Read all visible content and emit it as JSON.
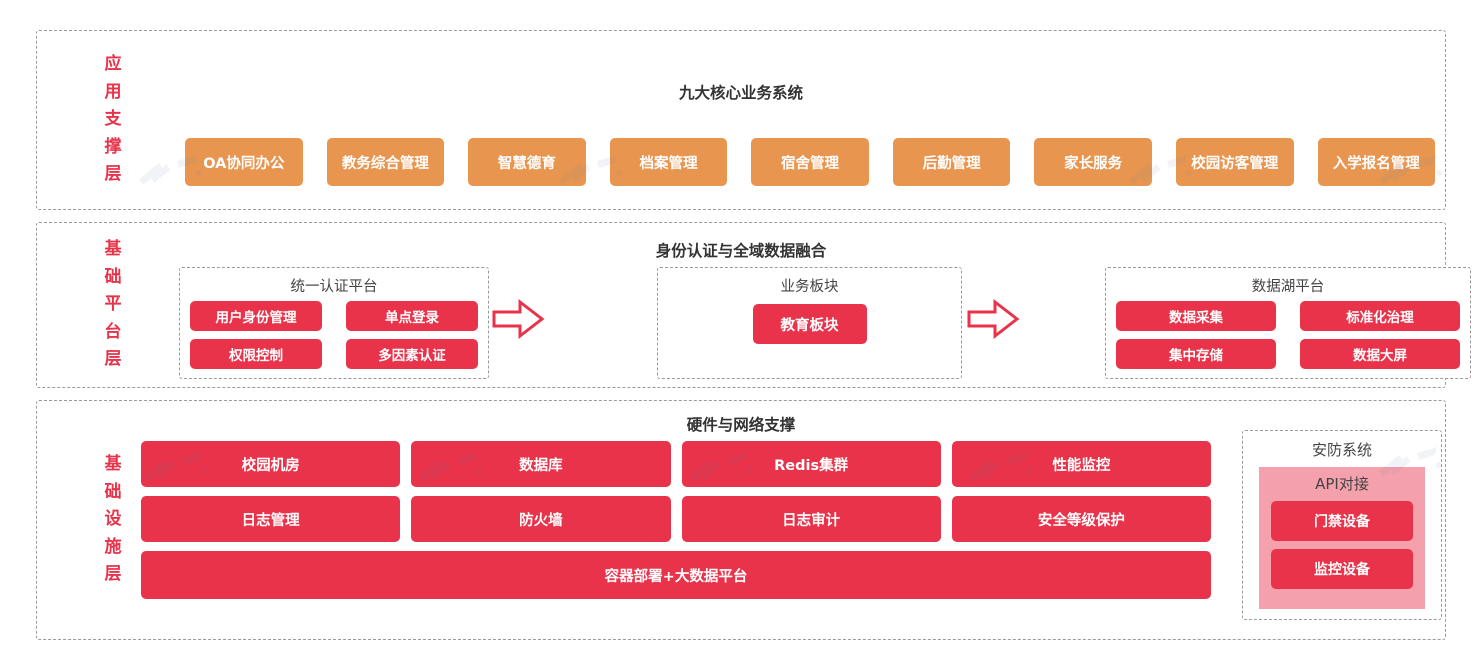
{
  "theme": {
    "orange": "#E8954F",
    "red": "#E8334A",
    "pink": "#F5A0AD",
    "label_red": "#E8334A",
    "dash_gray": "#9A9A9A",
    "title_gray": "#333333"
  },
  "layers": [
    {
      "id": "application",
      "label": "应用支撑层",
      "label_chars": [
        "应",
        "用",
        "支",
        "撑",
        "层"
      ],
      "title": "九大核心业务系统",
      "chips": [
        "OA协同办公",
        "教务综合管理",
        "智慧德育",
        "档案管理",
        "宿舍管理",
        "后勤管理",
        "家长服务",
        "校园访客管理",
        "入学报名管理"
      ]
    },
    {
      "id": "platform",
      "label": "基础平台层",
      "label_chars": [
        "基",
        "础",
        "平",
        "台",
        "层"
      ],
      "title": "身份认证与全域数据融合",
      "panels": [
        {
          "id": "auth",
          "title": "统一认证平台",
          "chips": [
            "用户身份管理",
            "单点登录",
            "权限控制",
            "多因素认证"
          ]
        },
        {
          "id": "business",
          "title": "业务板块",
          "chips": [
            "教育板块"
          ]
        },
        {
          "id": "datalake",
          "title": "数据湖平台",
          "chips": [
            "数据采集",
            "标准化治理",
            "集中存储",
            "数据大屏"
          ]
        }
      ],
      "arrows": [
        "arrow-right-1",
        "arrow-right-2"
      ]
    },
    {
      "id": "infrastructure",
      "label": "基础设施层",
      "label_chars": [
        "基",
        "础",
        "设",
        "施",
        "层"
      ],
      "title": "硬件与网络支撑",
      "grid_chips": [
        "校园机房",
        "数据库",
        "Redis集群",
        "性能监控",
        "日志管理",
        "防火墙",
        "日志审计",
        "安全等级保护"
      ],
      "wide_chip": "容器部署+大数据平台",
      "security_panel": {
        "title": "安防系统",
        "api_title": "API对接",
        "chips": [
          "门禁设备",
          "监控设备"
        ]
      }
    }
  ]
}
